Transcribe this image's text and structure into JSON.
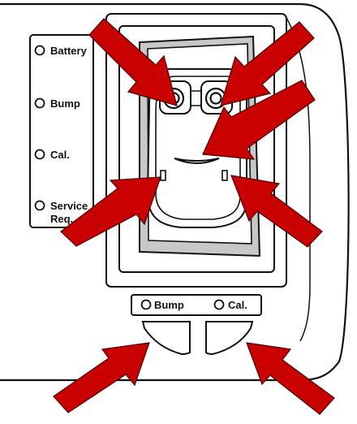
{
  "side_panel": {
    "indicators": [
      {
        "id": "battery",
        "line1": "Battery",
        "line2": ""
      },
      {
        "id": "bump",
        "line1": "Bump",
        "line2": ""
      },
      {
        "id": "cal",
        "line1": "Cal.",
        "line2": ""
      },
      {
        "id": "service",
        "line1": "Service",
        "line2": "Req."
      }
    ]
  },
  "bottom_panel": {
    "bump_label": "Bump",
    "cal_label": "Cal."
  },
  "colors": {
    "arrow": "#c80000",
    "outline": "#111111",
    "shading": "#c8c8c8"
  }
}
